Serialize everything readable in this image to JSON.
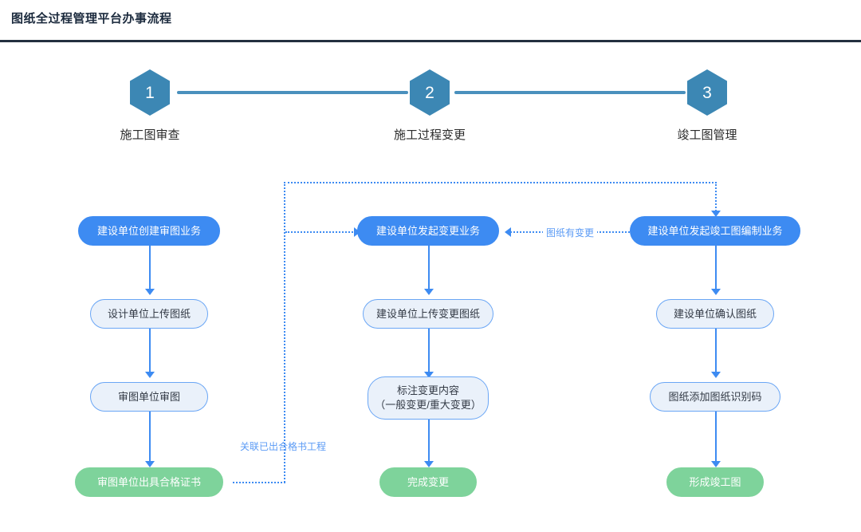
{
  "page": {
    "title": "图纸全过程管理平台办事流程"
  },
  "steps": [
    {
      "number": "1",
      "label": "施工图审查"
    },
    {
      "number": "2",
      "label": "施工过程变更"
    },
    {
      "number": "3",
      "label": "竣工图管理"
    }
  ],
  "columns": [
    {
      "key": "review",
      "nodes": [
        {
          "id": "c1n1",
          "kind": "start",
          "text": "建设单位创建审图业务"
        },
        {
          "id": "c1n2",
          "kind": "mid",
          "text": "设计单位上传图纸"
        },
        {
          "id": "c1n3",
          "kind": "mid",
          "text": "审图单位审图"
        },
        {
          "id": "c1n4",
          "kind": "end",
          "text": "审图单位出具合格证书"
        }
      ]
    },
    {
      "key": "change",
      "nodes": [
        {
          "id": "c2n1",
          "kind": "start",
          "text": "建设单位发起变更业务"
        },
        {
          "id": "c2n2",
          "kind": "mid",
          "text": "建设单位上传变更图纸"
        },
        {
          "id": "c2n3",
          "kind": "mid",
          "text": "标注变更内容",
          "text2": "（一般变更/重大变更）"
        },
        {
          "id": "c2n4",
          "kind": "end",
          "text": "完成变更"
        }
      ]
    },
    {
      "key": "asbuilt",
      "nodes": [
        {
          "id": "c3n1",
          "kind": "start",
          "text": "建设单位发起竣工图编制业务"
        },
        {
          "id": "c3n2",
          "kind": "mid",
          "text": "建设单位确认图纸"
        },
        {
          "id": "c3n3",
          "kind": "mid",
          "text": "图纸添加图纸识别码"
        },
        {
          "id": "c3n4",
          "kind": "end",
          "text": "形成竣工图"
        }
      ]
    }
  ],
  "edge_labels": {
    "drawing_changed": "图纸有变更",
    "link_certified_project": "关联已出合格书工程"
  },
  "colors": {
    "hex": "#3c87b4",
    "step_bar": "#4a90bd",
    "node_start": "#3d8bf2",
    "node_mid_fill": "#eaf1fa",
    "node_mid_border": "#6aa6f5",
    "node_end": "#7ed39b",
    "connector": "#3d8bf2",
    "title": "#1b2a3d",
    "rule": "#23303f"
  }
}
